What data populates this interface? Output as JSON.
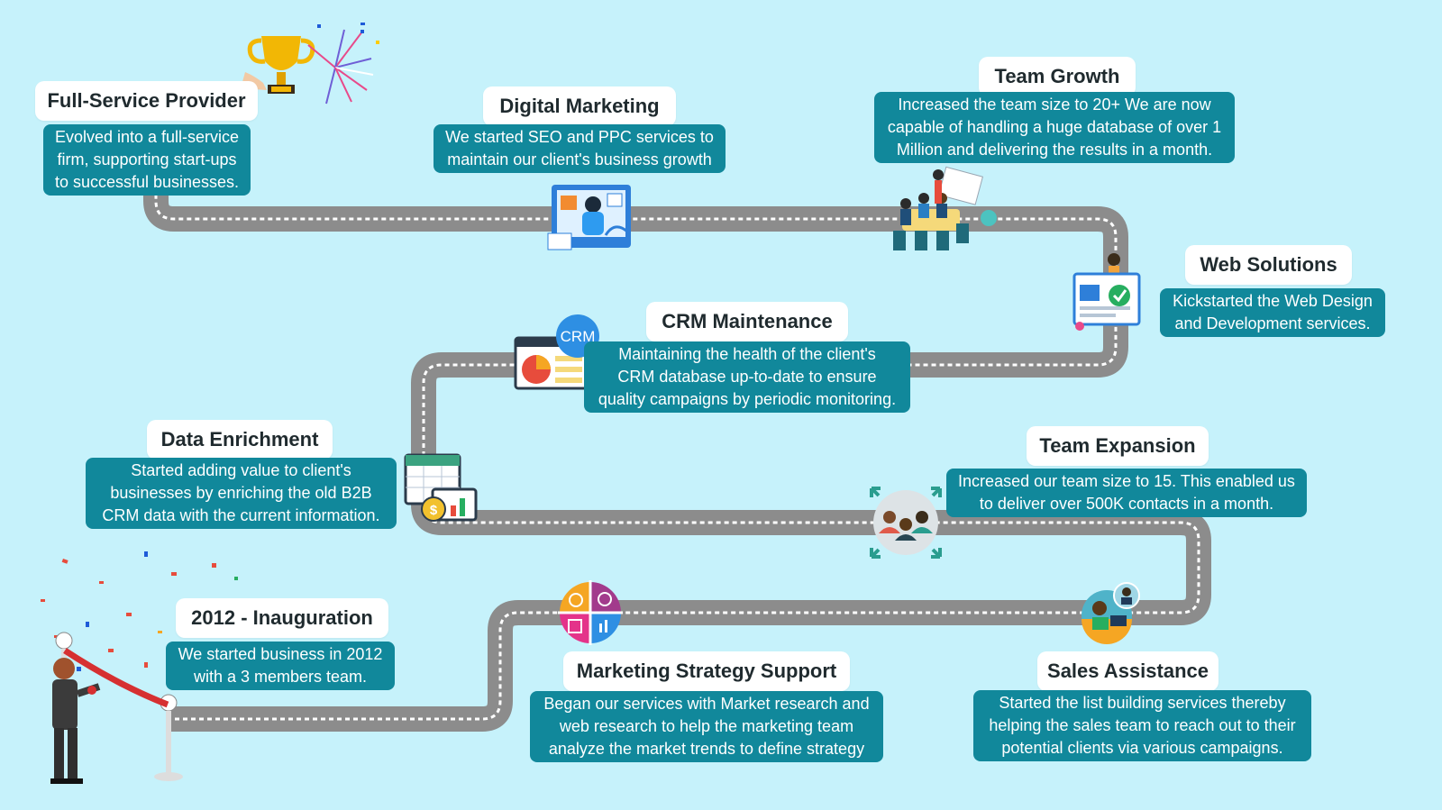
{
  "milestones": {
    "full_service": {
      "title": "Full-Service Provider",
      "lines": [
        "Evolved into a full-service",
        "firm, supporting start-ups",
        "to successful businesses."
      ]
    },
    "digital_marketing": {
      "title": "Digital Marketing",
      "lines": [
        "We started SEO and PPC services to",
        "maintain our client's business growth"
      ]
    },
    "team_growth": {
      "title": "Team Growth",
      "lines": [
        "Increased the team size to 20+ We are now",
        "capable of handling a huge database of over 1",
        "Million and delivering the results in a month."
      ]
    },
    "web_solutions": {
      "title": "Web Solutions",
      "lines": [
        "Kickstarted the Web Design",
        "and Development services."
      ]
    },
    "crm_maintenance": {
      "title": "CRM Maintenance",
      "lines": [
        "Maintaining the health of the client's",
        "CRM database up-to-date to ensure",
        "quality campaigns by periodic monitoring."
      ]
    },
    "data_enrichment": {
      "title": "Data Enrichment",
      "lines": [
        "Started adding value to client's",
        "businesses by enriching the old B2B",
        "CRM data with the current information."
      ]
    },
    "team_expansion": {
      "title": "Team Expansion",
      "lines": [
        "Increased our team size to 15. This enabled us",
        "to deliver over 500K contacts in a month."
      ]
    },
    "inauguration": {
      "title": "2012 - Inauguration",
      "lines": [
        "We started business in 2012",
        "with a 3 members team."
      ]
    },
    "marketing_strategy": {
      "title": "Marketing Strategy Support",
      "lines": [
        "Began our services with Market research and",
        "web research to help the marketing team",
        "analyze the market trends to define strategy"
      ]
    },
    "sales_assistance": {
      "title": "Sales Assistance",
      "lines": [
        "Started the list building services thereby",
        "helping the sales team to reach out to their",
        "potential clients via various campaigns."
      ]
    }
  },
  "icons": {
    "crm_badge": "CRM",
    "dollar_symbol": "$"
  },
  "colors": {
    "background": "#c6f2fb",
    "road": "#8c8c8c",
    "road_dashes": "#ffffff",
    "description_box": "#11889b",
    "title_box": "#ffffff"
  }
}
